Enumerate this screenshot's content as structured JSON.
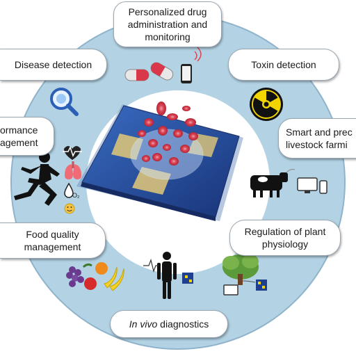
{
  "labels": {
    "drug": [
      "Personalized drug",
      "administration and",
      "monitoring"
    ],
    "disease": "Disease detection",
    "toxin": "Toxin detection",
    "performance": [
      "ormance",
      "agement"
    ],
    "livestock": [
      "Smart and prec",
      "livestock farmi"
    ],
    "food": [
      "Food quality",
      "management"
    ],
    "plant": [
      "Regulation of plant",
      "physiology"
    ],
    "invivo_italic": "In vivo",
    "invivo_rest": " diagnostics",
    "o2": "O₂"
  },
  "colors": {
    "ring": "#b3d3e5",
    "ring_edge": "#8fb3cb",
    "patch_dark": "#1f3f8f",
    "patch_light": "#2f62b8",
    "electrode": "#d8c27a",
    "cell": "#d84656",
    "radiation": "#f1d400"
  }
}
